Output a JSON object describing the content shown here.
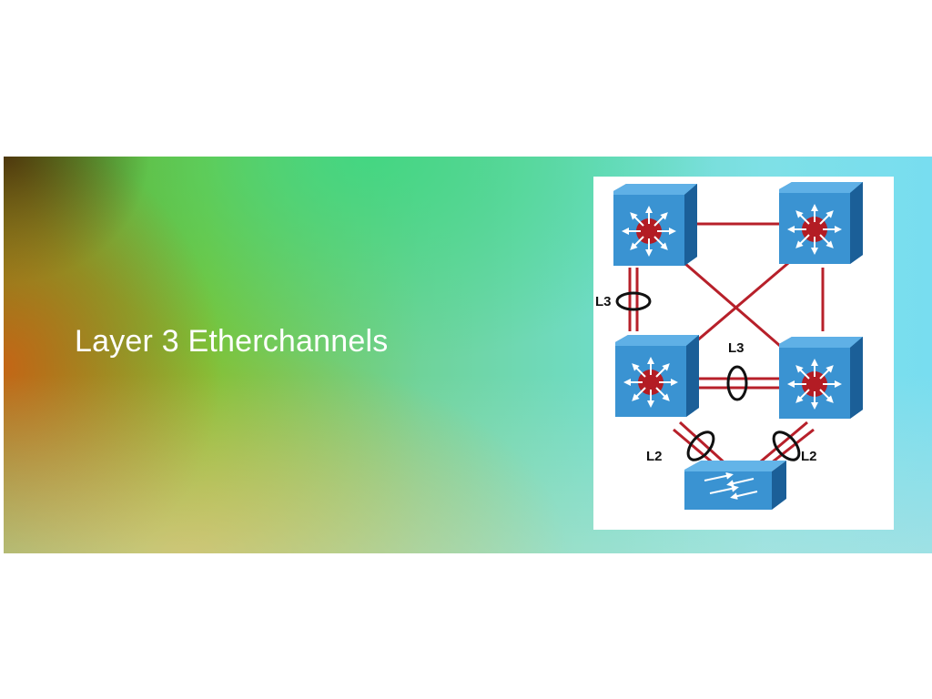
{
  "slide": {
    "title": "Layer 3 Etherchannels"
  },
  "diagram": {
    "nodes": [
      {
        "id": "top-left",
        "kind": "multilayer-switch"
      },
      {
        "id": "top-right",
        "kind": "multilayer-switch"
      },
      {
        "id": "mid-left",
        "kind": "multilayer-switch"
      },
      {
        "id": "mid-right",
        "kind": "multilayer-switch"
      },
      {
        "id": "bottom",
        "kind": "access-switch"
      }
    ],
    "labels": {
      "left_bundle": "L3",
      "middle_bundle": "L3",
      "bottom_left_bundle": "L2",
      "bottom_right_bundle": "L2"
    },
    "colors": {
      "switch": "#2f84c4",
      "link": "#b7202a",
      "router_symbol": "#b31c24"
    }
  }
}
